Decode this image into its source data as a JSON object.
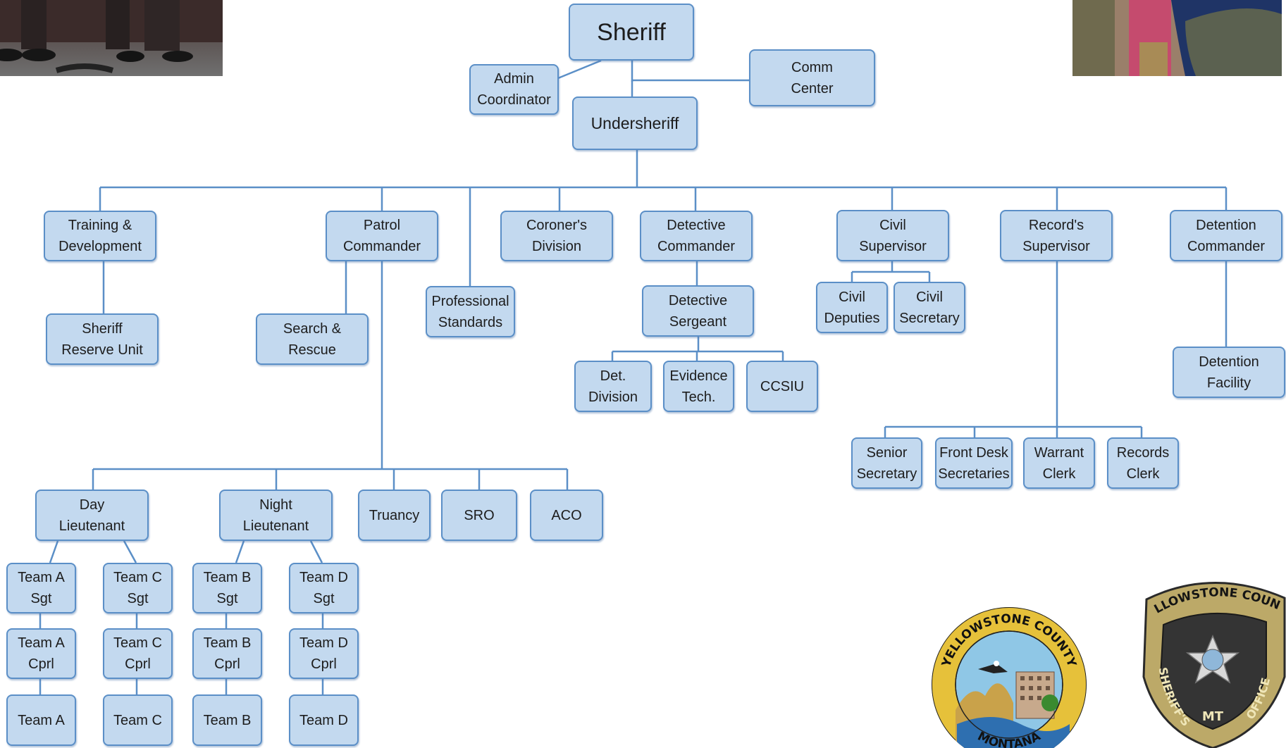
{
  "colors": {
    "box_fill": "#c3d9ef",
    "box_border": "#5b8fc7",
    "connector": "#5b8fc7",
    "seal_ring": "#e6c13a",
    "badge_ring": "#a79a55"
  },
  "nodes": [
    {
      "id": "sheriff",
      "label": "Sheriff"
    },
    {
      "id": "admin",
      "label": "Admin\nCoordinator"
    },
    {
      "id": "comm",
      "label": "Comm\nCenter"
    },
    {
      "id": "undersheriff",
      "label": "Undersheriff"
    },
    {
      "id": "training",
      "label": "Training &\nDevelopment"
    },
    {
      "id": "patrol",
      "label": "Patrol\nCommander"
    },
    {
      "id": "coroner",
      "label": "Coroner's\nDivision"
    },
    {
      "id": "detcmd",
      "label": "Detective\nCommander"
    },
    {
      "id": "civilsup",
      "label": "Civil\nSupervisor"
    },
    {
      "id": "records",
      "label": "Record's\nSupervisor"
    },
    {
      "id": "detention",
      "label": "Detention\nCommander"
    },
    {
      "id": "reserve",
      "label": "Sheriff\nReserve Unit"
    },
    {
      "id": "sar",
      "label": "Search &\nRescue"
    },
    {
      "id": "profstd",
      "label": "Professional\nStandards"
    },
    {
      "id": "detsgt",
      "label": "Detective\nSergeant"
    },
    {
      "id": "civildep",
      "label": "Civil\nDeputies"
    },
    {
      "id": "civilsec",
      "label": "Civil\nSecretary"
    },
    {
      "id": "detfacility",
      "label": "Detention\nFacility"
    },
    {
      "id": "detdiv",
      "label": "Det.\nDivision"
    },
    {
      "id": "evtech",
      "label": "Evidence\nTech."
    },
    {
      "id": "ccsiu",
      "label": "CCSIU"
    },
    {
      "id": "srsec",
      "label": "Senior\nSecretary"
    },
    {
      "id": "frontdesk",
      "label": "Front Desk\nSecretaries"
    },
    {
      "id": "warrant",
      "label": "Warrant\nClerk"
    },
    {
      "id": "recclerk",
      "label": "Records\nClerk"
    },
    {
      "id": "daylt",
      "label": "Day\nLieutenant"
    },
    {
      "id": "nightlt",
      "label": "Night\nLieutenant"
    },
    {
      "id": "truancy",
      "label": "Truancy"
    },
    {
      "id": "sro",
      "label": "SRO"
    },
    {
      "id": "aco",
      "label": "ACO"
    },
    {
      "id": "asgt",
      "label": "Team A\nSgt"
    },
    {
      "id": "csgt",
      "label": "Team C\nSgt"
    },
    {
      "id": "bsgt",
      "label": "Team B\nSgt"
    },
    {
      "id": "dsgt",
      "label": "Team D\nSgt"
    },
    {
      "id": "acprl",
      "label": "Team A\nCprl"
    },
    {
      "id": "ccprl",
      "label": "Team C\nCprl"
    },
    {
      "id": "bcprl",
      "label": "Team B\nCprl"
    },
    {
      "id": "dcprl",
      "label": "Team D\nCprl"
    },
    {
      "id": "ateam",
      "label": "Team A"
    },
    {
      "id": "cteam",
      "label": "Team C"
    },
    {
      "id": "bteam",
      "label": "Team B"
    },
    {
      "id": "dteam",
      "label": "Team D"
    }
  ],
  "seal": {
    "top_text": "YELLOWSTONE COUNTY",
    "bottom_text": "MONTANA"
  },
  "badge": {
    "top_text": "YELLOWSTONE COUNTY",
    "left_text": "SHERIFF'S",
    "right_text": "OFFICE",
    "center_text": "MT"
  }
}
